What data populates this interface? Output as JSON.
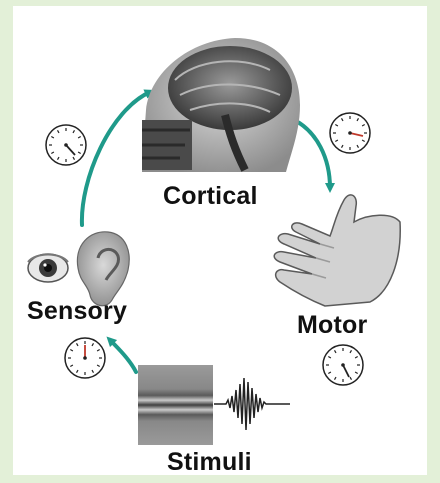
{
  "labels": {
    "cortical": "Cortical",
    "sensory": "Sensory",
    "motor": "Motor",
    "stimuli": "Stimuli"
  },
  "colors": {
    "background": "#e3f0d8",
    "panel": "#ffffff",
    "arrow": "#1f9a8a",
    "clock_hand": "#222222",
    "clock_hand_red": "#c0392b"
  }
}
